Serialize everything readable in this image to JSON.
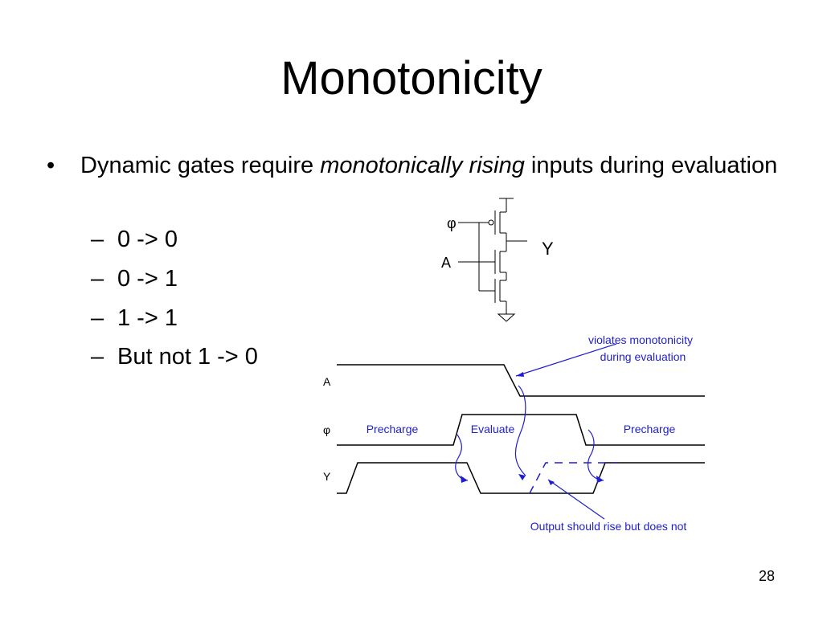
{
  "title": "Monotonicity",
  "bullet": {
    "prefix": "Dynamic gates require ",
    "emphasis": "monotonically rising",
    "suffix": " inputs during evaluation"
  },
  "sub_bullets": [
    {
      "dash": "–",
      "text": "0 -> 0"
    },
    {
      "dash": "–",
      "text": "0 -> 1"
    },
    {
      "dash": "–",
      "text": "1 -> 1"
    },
    {
      "dash": "–",
      "text": "But not 1 -> 0"
    }
  ],
  "circuit": {
    "clock_label": "φ",
    "input_label": "A",
    "output_label": "Y"
  },
  "timing": {
    "signal_a": "A",
    "signal_phi": "φ",
    "signal_y": "Y",
    "phase_precharge_1": "Precharge",
    "phase_evaluate": "Evaluate",
    "phase_precharge_2": "Precharge",
    "annotation_top_line1": "violates monotonicity",
    "annotation_top_line2": "during evaluation",
    "annotation_bottom": "Output should rise but does not"
  },
  "colors": {
    "annotation": "#1e1ed2",
    "line": "#000000"
  },
  "slide_number": "28"
}
